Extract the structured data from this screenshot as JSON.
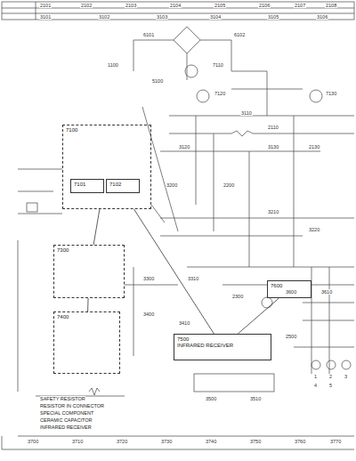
{
  "diagram": {
    "nodes": [
      {
        "text": [
          "7100"
        ]
      },
      {
        "text": [
          "7101"
        ],
        "in": 0
      },
      {
        "text": [
          "7102"
        ],
        "in": 0
      },
      {
        "text": [
          "7300"
        ]
      },
      {
        "text": [
          "7400"
        ]
      },
      {
        "text": [
          "7500",
          "INFRARED RECEIVER"
        ]
      },
      {
        "text": [
          "7600"
        ]
      }
    ],
    "edges": [
      {
        "from": 0,
        "to": 3,
        "arrow": "none"
      },
      {
        "from": 3,
        "to": 4,
        "arrow": "none"
      },
      {
        "from": 0,
        "to": 5,
        "arrow": "none"
      },
      {
        "from": 5,
        "to": 6,
        "arrow": "none"
      }
    ],
    "labels": [
      "2101",
      "2102",
      "2103",
      "2104",
      "2105",
      "2106",
      "2107",
      "2108",
      "3101",
      "3102",
      "3103",
      "3104",
      "3105",
      "3106",
      "6101",
      "6102",
      "1100",
      "5100",
      "7110",
      "7120",
      "7130",
      "3110",
      "2110",
      "3120",
      "3130",
      "2130",
      "3200",
      "2200",
      "3210",
      "3220",
      "3300",
      "3310",
      "2300",
      "3400",
      "3410",
      "3500",
      "3510",
      "2500",
      "3600",
      "3610",
      "1",
      "2",
      "3",
      "4",
      "5",
      "3700",
      "3710",
      "3720",
      "3730",
      "3740",
      "3750",
      "3760",
      "3770"
    ],
    "legend": [
      {
        "text": "SAFETY RESISTOR"
      },
      {
        "text": "RESISTOR IN CONNECTOR"
      },
      {
        "text": "SPECIAL COMPONENT"
      },
      {
        "text": "CERAMIC CAPACITOR"
      },
      {
        "text": "INFRARED RECEIVER"
      }
    ]
  }
}
